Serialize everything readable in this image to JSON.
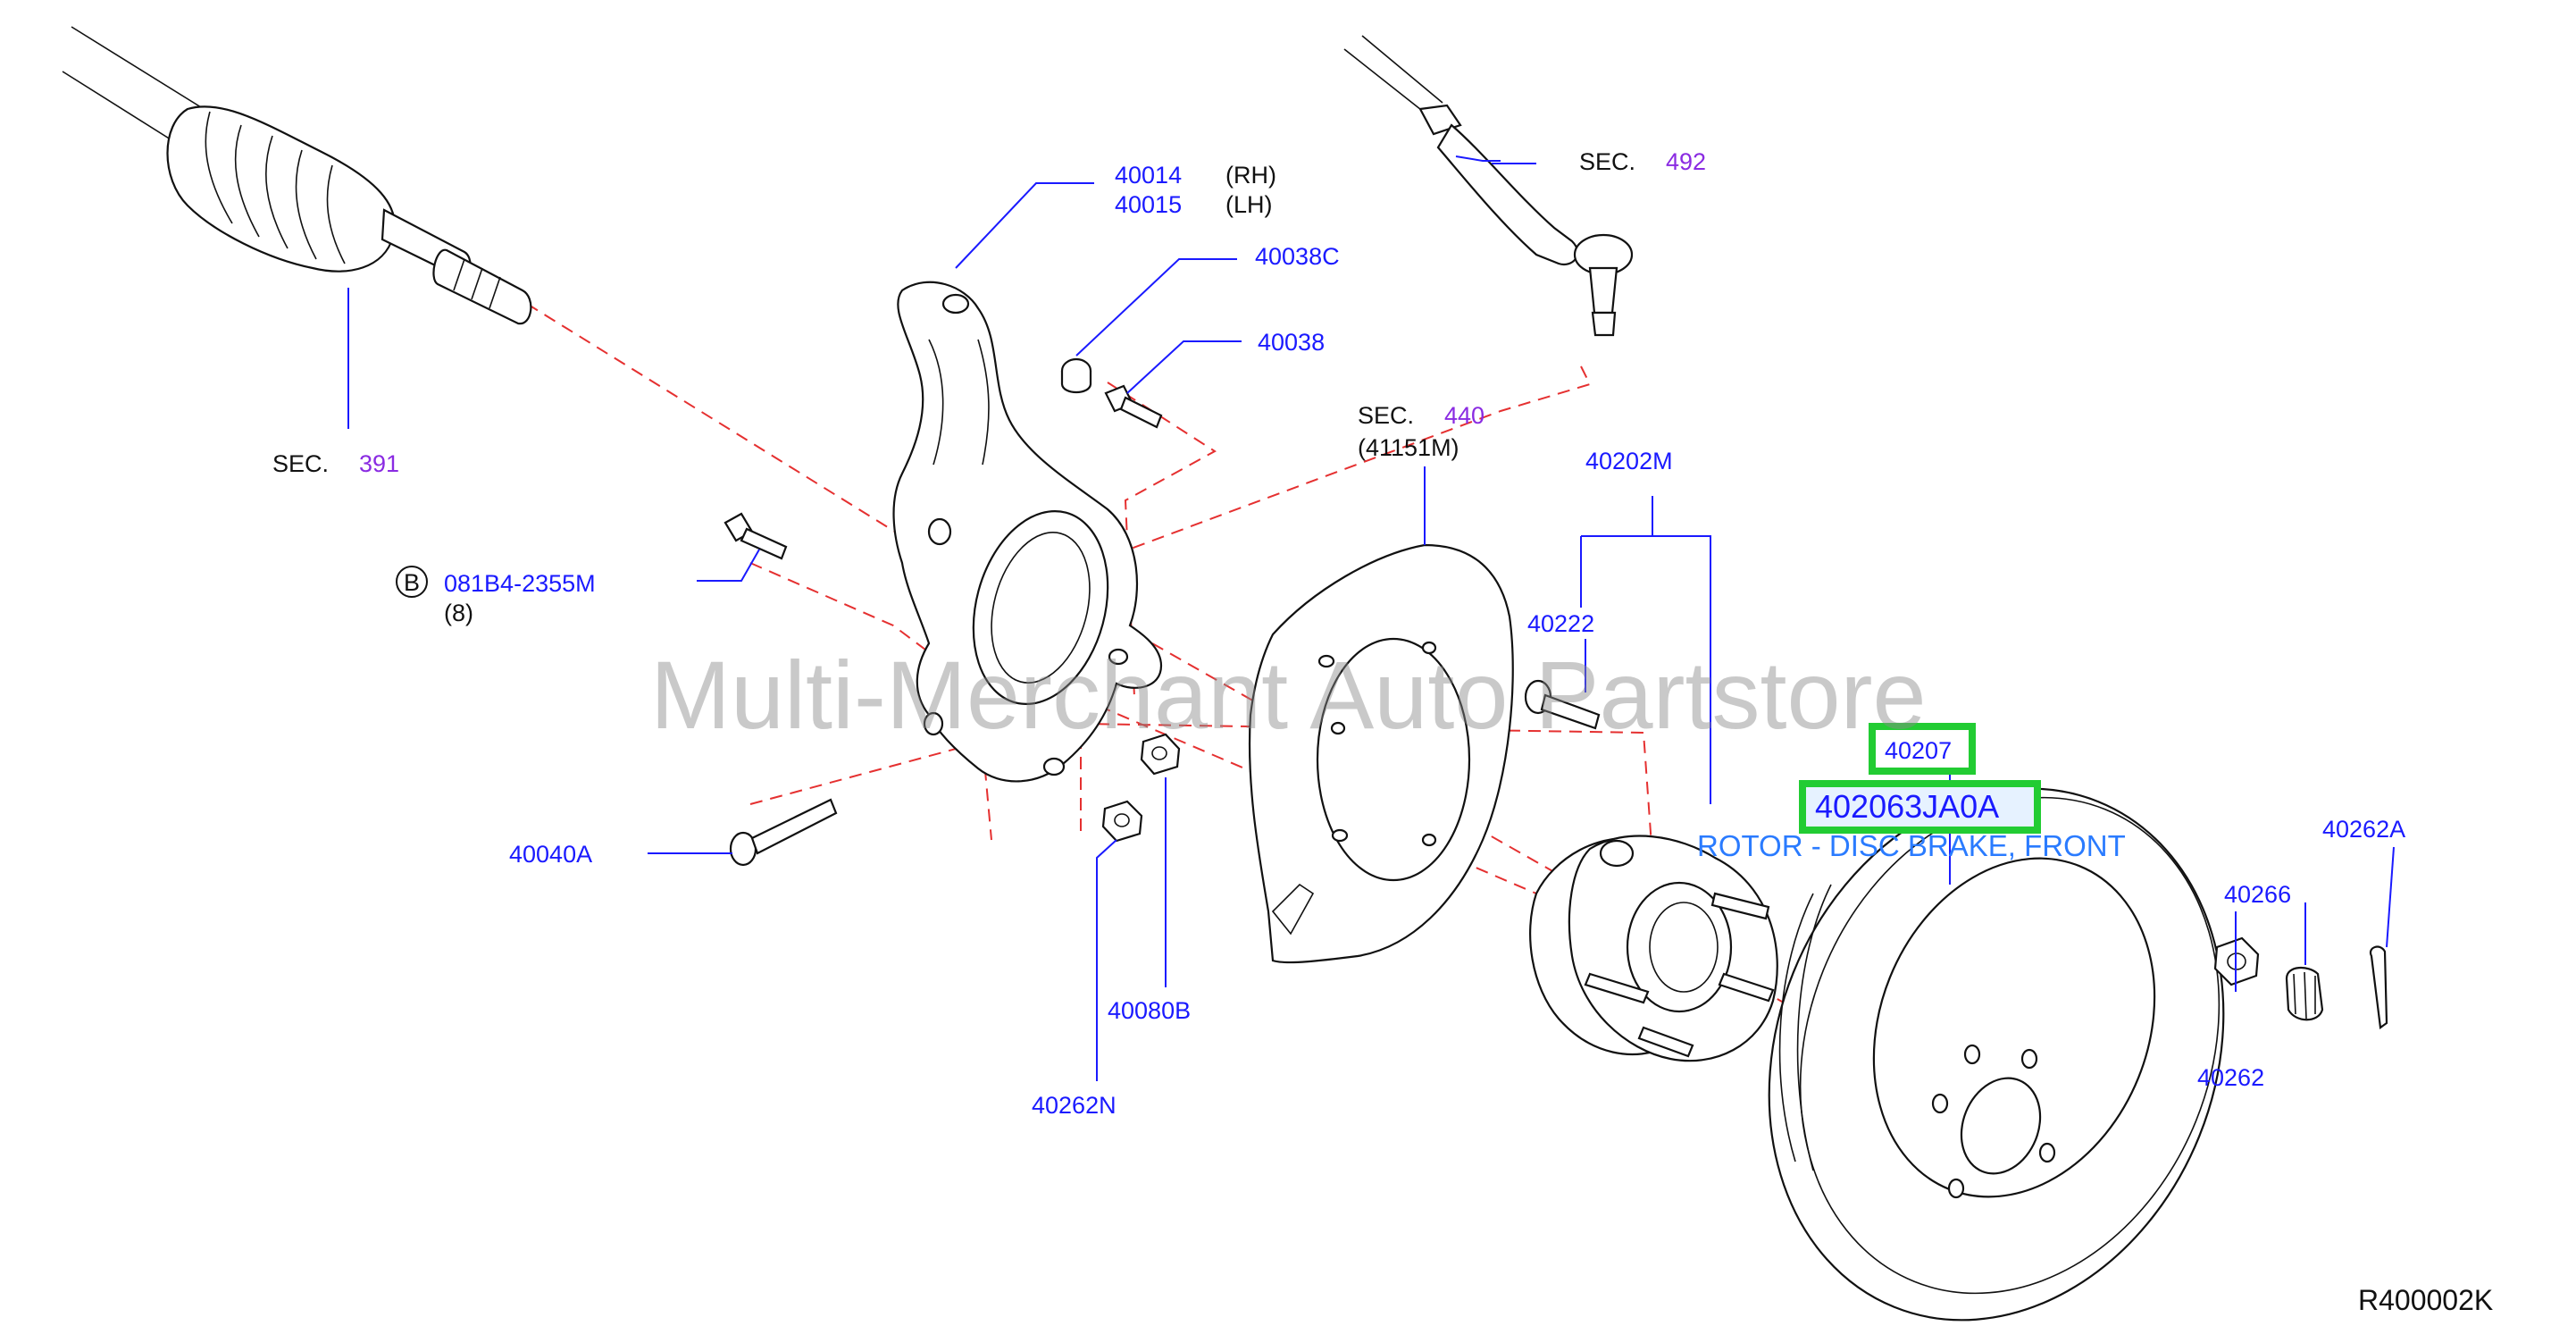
{
  "watermark": "Multi-Merchant Auto Partstore",
  "diagram_code": "R400002K",
  "section_refs": {
    "sec391": {
      "prefix": "SEC.",
      "num": "391"
    },
    "sec492": {
      "prefix": "SEC.",
      "num": "492"
    },
    "sec440": {
      "prefix": "SEC.",
      "num": "440",
      "sub": "(41151M)"
    }
  },
  "labels": {
    "knuckle_rh": "40014",
    "knuckle_rh_side": "(RH)",
    "knuckle_lh": "40015",
    "knuckle_lh_side": "(LH)",
    "bushing": "40038C",
    "bolt_40038": "40038",
    "bolt_b_badge": "B",
    "bolt_b_part": "081B4-2355M",
    "bolt_b_qty": "(8)",
    "bolt_40040a": "40040A",
    "nut_40080b": "40080B",
    "washer_40262n": "40262N",
    "hub_assy": "40202M",
    "hub_bolt": "40222",
    "rotor_ref": "40207",
    "nut_40266": "40266",
    "washer_40262": "40262",
    "cotter_40262a": "40262A"
  },
  "highlight": {
    "part_number": "402063JA0A",
    "description": "ROTOR - DISC BRAKE, FRONT"
  },
  "colors": {
    "label_blue": "#1a1aff",
    "section_purple": "#8a2be2",
    "dash_red": "#e53030",
    "highlight_green": "#22cc33",
    "description_blue": "#2a7bff"
  }
}
